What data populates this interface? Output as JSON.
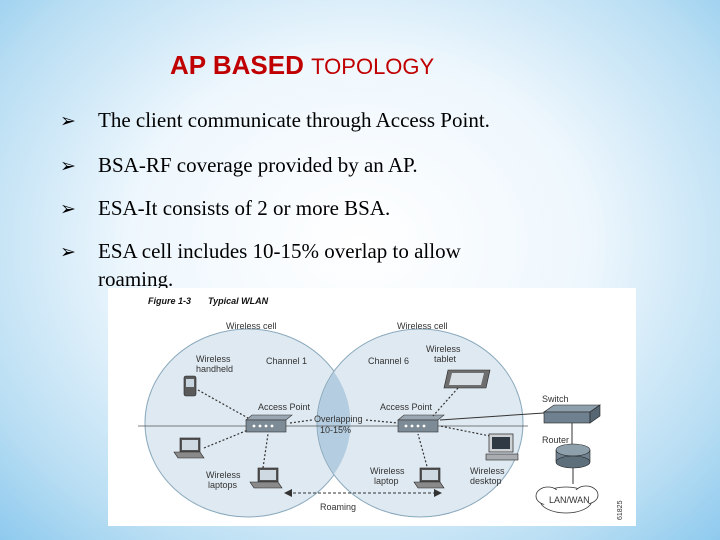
{
  "title": {
    "bold_part": "AP BASED",
    "rest": "TOPOLOGY"
  },
  "bullets": [
    {
      "line1": "The client communicate through Access Point.",
      "line2": ""
    },
    {
      "line1": "BSA-RF coverage provided by an AP.",
      "line2": ""
    },
    {
      "line1": "ESA-It consists of 2 or more BSA.",
      "line2": ""
    },
    {
      "line1": "ESA cell includes 10-15% overlap to allow",
      "line2": "roaming."
    }
  ],
  "figure": {
    "caption_number": "Figure 1-3",
    "caption_title": "Typical WLAN",
    "cell_left": "Wireless cell",
    "cell_right": "Wireless cell",
    "channel_left": "Channel 1",
    "channel_right": "Channel 6",
    "handheld_l1": "Wireless",
    "handheld_l2": "handheld",
    "tablet_l1": "Wireless",
    "tablet_l2": "tablet",
    "ap_left": "Access Point",
    "ap_right": "Access Point",
    "overlap_l1": "Overlapping",
    "overlap_l2": "10-15%",
    "switch": "Switch",
    "router": "Router",
    "lan": "LAN/WAN",
    "laptops_l1": "Wireless",
    "laptops_l2": "laptops",
    "laptop_l1": "Wireless",
    "laptop_l2": "laptop",
    "desktop_l1": "Wireless",
    "desktop_l2": "desktop",
    "roaming": "Roaming",
    "code": "61825"
  }
}
